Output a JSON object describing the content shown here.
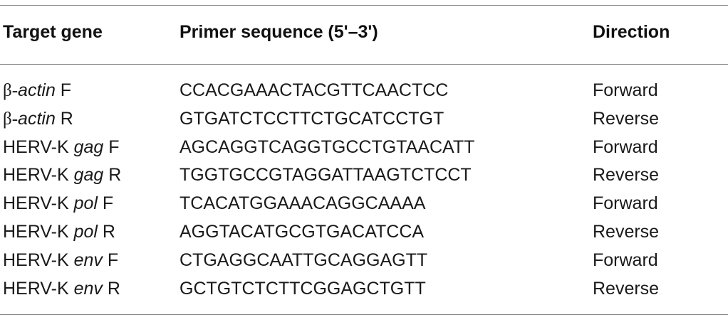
{
  "table": {
    "headers": {
      "target_gene": "Target gene",
      "primer_sequence": "Primer sequence (5'–3')",
      "direction": "Direction"
    },
    "rows": [
      {
        "prefix": "β-",
        "italic": "actin",
        "suffix": " F",
        "sequence": "CCACGAAACTACGTTCAACTCC",
        "direction": "Forward"
      },
      {
        "prefix": "β-",
        "italic": "actin",
        "suffix": " R",
        "sequence": "GTGATCTCCTTCTGCATCCTGT",
        "direction": "Reverse"
      },
      {
        "prefix": "HERV-K ",
        "italic": "gag",
        "suffix": " F",
        "sequence": "AGCAGGTCAGGTGCCTGTAACATT",
        "direction": "Forward"
      },
      {
        "prefix": "HERV-K ",
        "italic": "gag",
        "suffix": " R",
        "sequence": "TGGTGCCGTAGGATTAAGTCTCCT",
        "direction": "Reverse"
      },
      {
        "prefix": "HERV-K ",
        "italic": "pol",
        "suffix": " F",
        "sequence": "TCACATGGAAACAGGCAAAA",
        "direction": "Forward"
      },
      {
        "prefix": "HERV-K ",
        "italic": "pol",
        "suffix": " R",
        "sequence": "AGGTACATGCGTGACATCCA",
        "direction": "Reverse"
      },
      {
        "prefix": "HERV-K ",
        "italic": "env",
        "suffix": " F",
        "sequence": "CTGAGGCAATTGCAGGAGTT",
        "direction": "Forward"
      },
      {
        "prefix": "HERV-K ",
        "italic": "env",
        "suffix": " R",
        "sequence": "GCTGTCTCTTCGGAGCTGTT",
        "direction": "Reverse"
      }
    ]
  }
}
